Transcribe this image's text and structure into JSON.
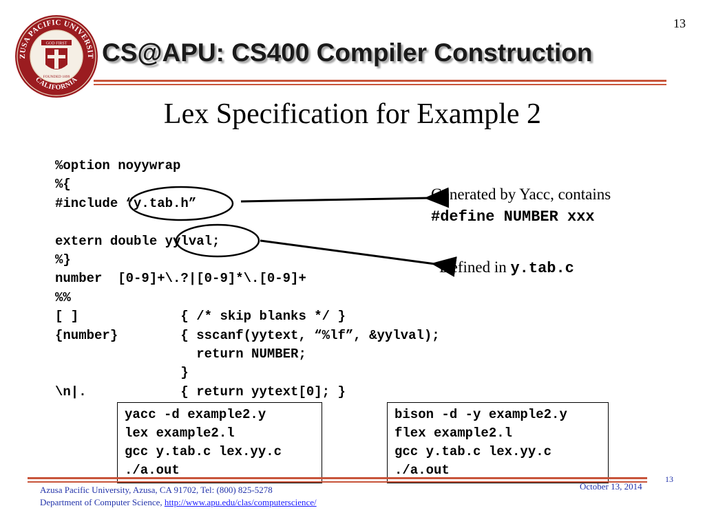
{
  "page_number": "13",
  "header": {
    "title": "CS@APU: CS400 Compiler Construction",
    "logo": {
      "icon": "university-seal-icon",
      "ring_text": "AZUSA PACIFIC UNIVERSITY",
      "bottom_text": "CALIFORNIA",
      "banner_text": "GOD FIRST",
      "founded_text": "FOUNDED 1899"
    }
  },
  "slide_title": "Lex Specification for Example 2",
  "code_lines": [
    "%option noyywrap",
    "%{",
    "#include “y.tab.h”",
    "",
    "extern double yylval;",
    "%}",
    "number  [0-9]+\\.?|[0-9]*\\.[0-9]+",
    "%%",
    "[ ]             { /* skip blanks */ }",
    "{number}        { sscanf(yytext, “%lf”, &yylval);",
    "                  return NUMBER;",
    "                }",
    "\\n|.            { return yytext[0]; }"
  ],
  "callouts": {
    "generated": {
      "text": "Generated by Yacc, contains",
      "code": "#define NUMBER xxx"
    },
    "defined": {
      "text": "Defined in ",
      "code": "y.tab.c"
    }
  },
  "command_boxes": {
    "left": "yacc -d example2.y\nlex example2.l\ngcc y.tab.c lex.yy.c\n./a.out",
    "right": "bison -d -y example2.y\nflex example2.l\ngcc y.tab.c lex.yy.c\n./a.out"
  },
  "footer": {
    "address": "Azusa Pacific University, Azusa, CA 91702, Tel:  (800) 825-5278",
    "department": "Department of Computer Science, ",
    "url": "http://www.apu.edu/clas/computerscience/",
    "date": "October 13, 2014",
    "page_number": "13"
  },
  "colors": {
    "accent_rule": "#c8543a",
    "seal_red": "#9b1c20",
    "footer_text": "#2233aa",
    "link": "#1a1aff"
  }
}
